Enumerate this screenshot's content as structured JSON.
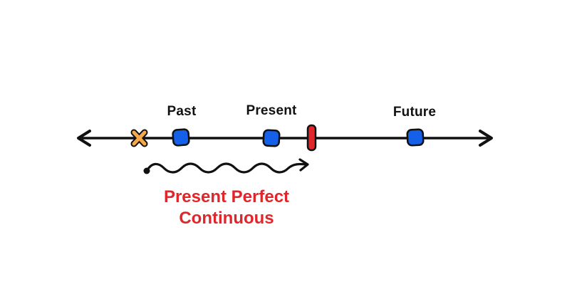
{
  "timeline": {
    "labels": {
      "past": "Past",
      "present": "Present",
      "future": "Future"
    },
    "tense_title": {
      "line1": "Present Perfect",
      "line2": "Continuous"
    }
  },
  "icons": {
    "start_marker": "x-mark-icon",
    "point_marker": "rounded-square-icon",
    "now_marker": "vertical-bar-icon",
    "duration": "wavy-arrow-icon"
  },
  "colors": {
    "line": "#111111",
    "point_fill": "#1560e8",
    "start_marker": "#f5a94a",
    "now_marker": "#e0262a",
    "title": "#e0262a"
  }
}
